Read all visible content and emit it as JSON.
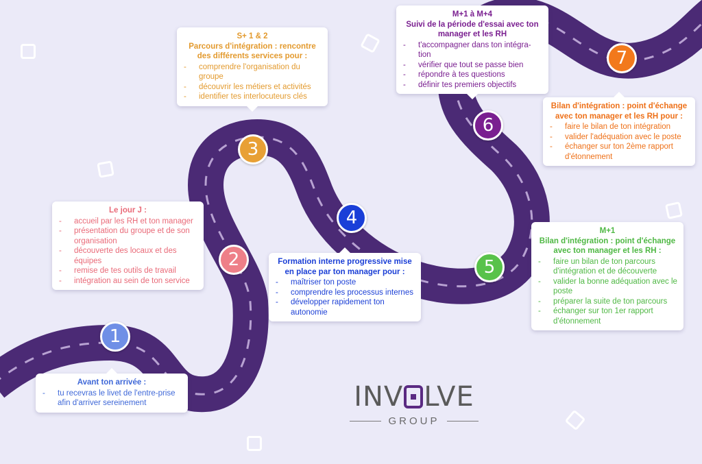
{
  "colors": {
    "background": "#ebeaf8",
    "road": "#4b2a75",
    "road_dash": "#b8a2d2",
    "step1": "#6f8fe6",
    "step2": "#ee7f88",
    "step3": "#e8a035",
    "step4": "#1a3fd8",
    "step5": "#58c24a",
    "step6": "#7a1f90",
    "step7": "#f2791c"
  },
  "steps": [
    {
      "number": "1",
      "color": "#6f8fe6",
      "text_color": "#3f68d8",
      "title": "Avant ton arrivée :",
      "items": [
        "tu recevras le livet de l'entre-prise afin d'arriver sereinement"
      ]
    },
    {
      "number": "2",
      "color": "#ee7f88",
      "text_color": "#e96a78",
      "title": "Le jour J :",
      "items": [
        "accueil par les RH et ton manager",
        "présentation du groupe et de son organisation",
        " découverte des locaux et des équipes",
        "remise de tes outils de travail",
        "intégration au sein de ton service"
      ]
    },
    {
      "number": "3",
      "color": "#e8a035",
      "text_color": "#e39a2e",
      "title": "S+ 1 & 2\nParcours d'intégration : rencontre des différents services pour :",
      "items": [
        "comprendre l'organisation du groupe",
        "découvrir les métiers et activités",
        "identifier tes interlocuteurs clés"
      ]
    },
    {
      "number": "4",
      "color": "#1a3fd8",
      "text_color": "#1b3fd6",
      "title": "Formation interne progressive mise en place par ton manager pour :",
      "items": [
        "maîtriser ton poste",
        "comprendre les processus internes",
        "développer rapidement ton autonomie"
      ]
    },
    {
      "number": "5",
      "color": "#58c24a",
      "text_color": "#4fb844",
      "title": "M+1\nBilan d'intégration : point d'échange avec ton manager et les RH :",
      "items": [
        "faire un bilan de ton parcours d'intégration et de découverte",
        "valider la bonne adéquation avec le poste",
        "préparer la suite de ton parcours",
        "échanger sur ton 1er rapport d'étonnement"
      ]
    },
    {
      "number": "6",
      "color": "#7a1f90",
      "text_color": "#7a1f90",
      "title": "M+1 à M+4\nSuivi de la période d'essai avec ton manager et les RH",
      "items": [
        "t'accompagner dans ton intégra-tion",
        "vérifier que tout se passe bien",
        "répondre à tes questions",
        "définir tes premiers objectifs"
      ]
    },
    {
      "number": "7",
      "color": "#f2791c",
      "text_color": "#ee7018",
      "title": "Bilan d'intégration : point d'échange avec ton manager et les RH pour :",
      "items": [
        "faire le bilan de ton intégration",
        "valider l'adéquation avec le poste",
        "échanger sur ton 2ème rapport d'étonnement"
      ]
    }
  ],
  "logo": {
    "brand_before": "INV",
    "brand_after": "LVE",
    "brand_full": "INVOLVE",
    "sub": "GROUP"
  }
}
